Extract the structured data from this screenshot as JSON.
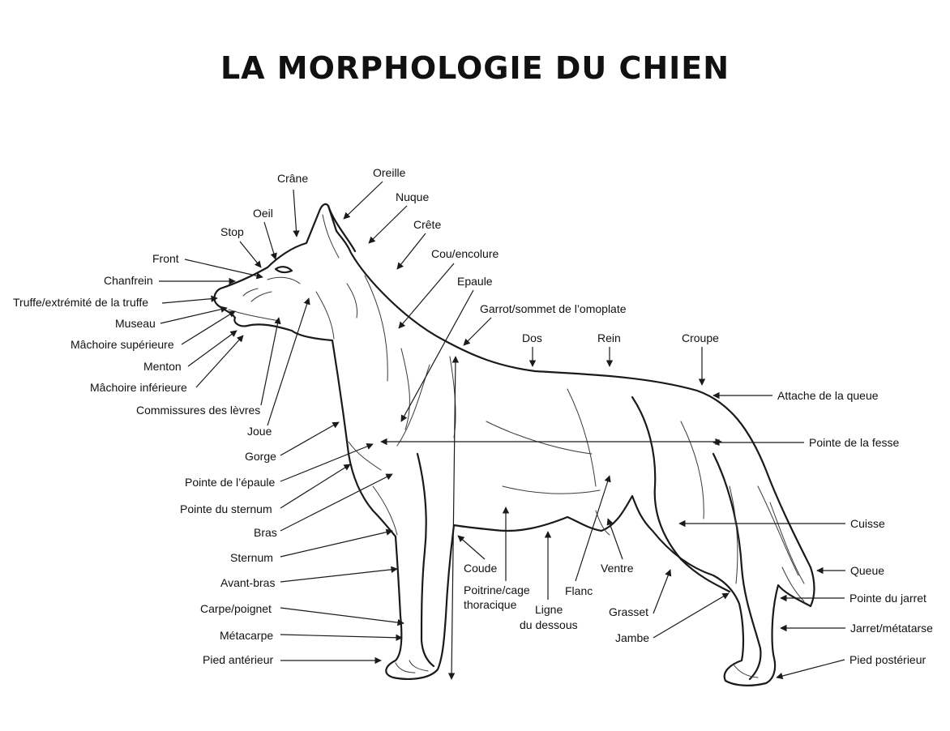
{
  "title": "LA MORPHOLOGIE DU CHIEN",
  "figure": {
    "subject": "dog-side-view"
  },
  "labels": {
    "crane": "Crâne",
    "oreille": "Oreille",
    "nuque": "Nuque",
    "crete": "Crête",
    "oeil": "Oeil",
    "stop": "Stop",
    "front": "Front",
    "chanfrein": "Chanfrein",
    "truffe": "Truffe/extrémité de la truffe",
    "museau": "Museau",
    "machoire_sup": "Mâchoire supérieure",
    "menton": "Menton",
    "machoire_inf": "Mâchoire inférieure",
    "commissures": "Commissures des lèvres",
    "joue": "Joue",
    "gorge": "Gorge",
    "pointe_epaule": "Pointe de l’épaule",
    "pointe_sternum": "Pointe du sternum",
    "bras": "Bras",
    "sternum": "Sternum",
    "avant_bras": "Avant-bras",
    "carpe": "Carpe/poignet",
    "metacarpe": "Métacarpe",
    "pied_anterieur": "Pied antérieur",
    "cou": "Cou/encolure",
    "epaule": "Epaule",
    "garrot": "Garrot/sommet de l’omoplate",
    "dos": "Dos",
    "rein": "Rein",
    "croupe": "Croupe",
    "attache_queue": "Attache de la queue",
    "pointe_fesse": "Pointe de la fesse",
    "cuisse": "Cuisse",
    "queue": "Queue",
    "pointe_jarret": "Pointe du jarret",
    "jarret": "Jarret/métatarse",
    "pied_posterieur": "Pied postérieur",
    "coude": "Coude",
    "poitrine_l1": "Poitrine/cage",
    "poitrine_l2": "thoracique",
    "ligne_l1": "Ligne",
    "ligne_l2": "du dessous",
    "flanc": "Flanc",
    "ventre": "Ventre",
    "grasset": "Grasset",
    "jambe": "Jambe"
  }
}
